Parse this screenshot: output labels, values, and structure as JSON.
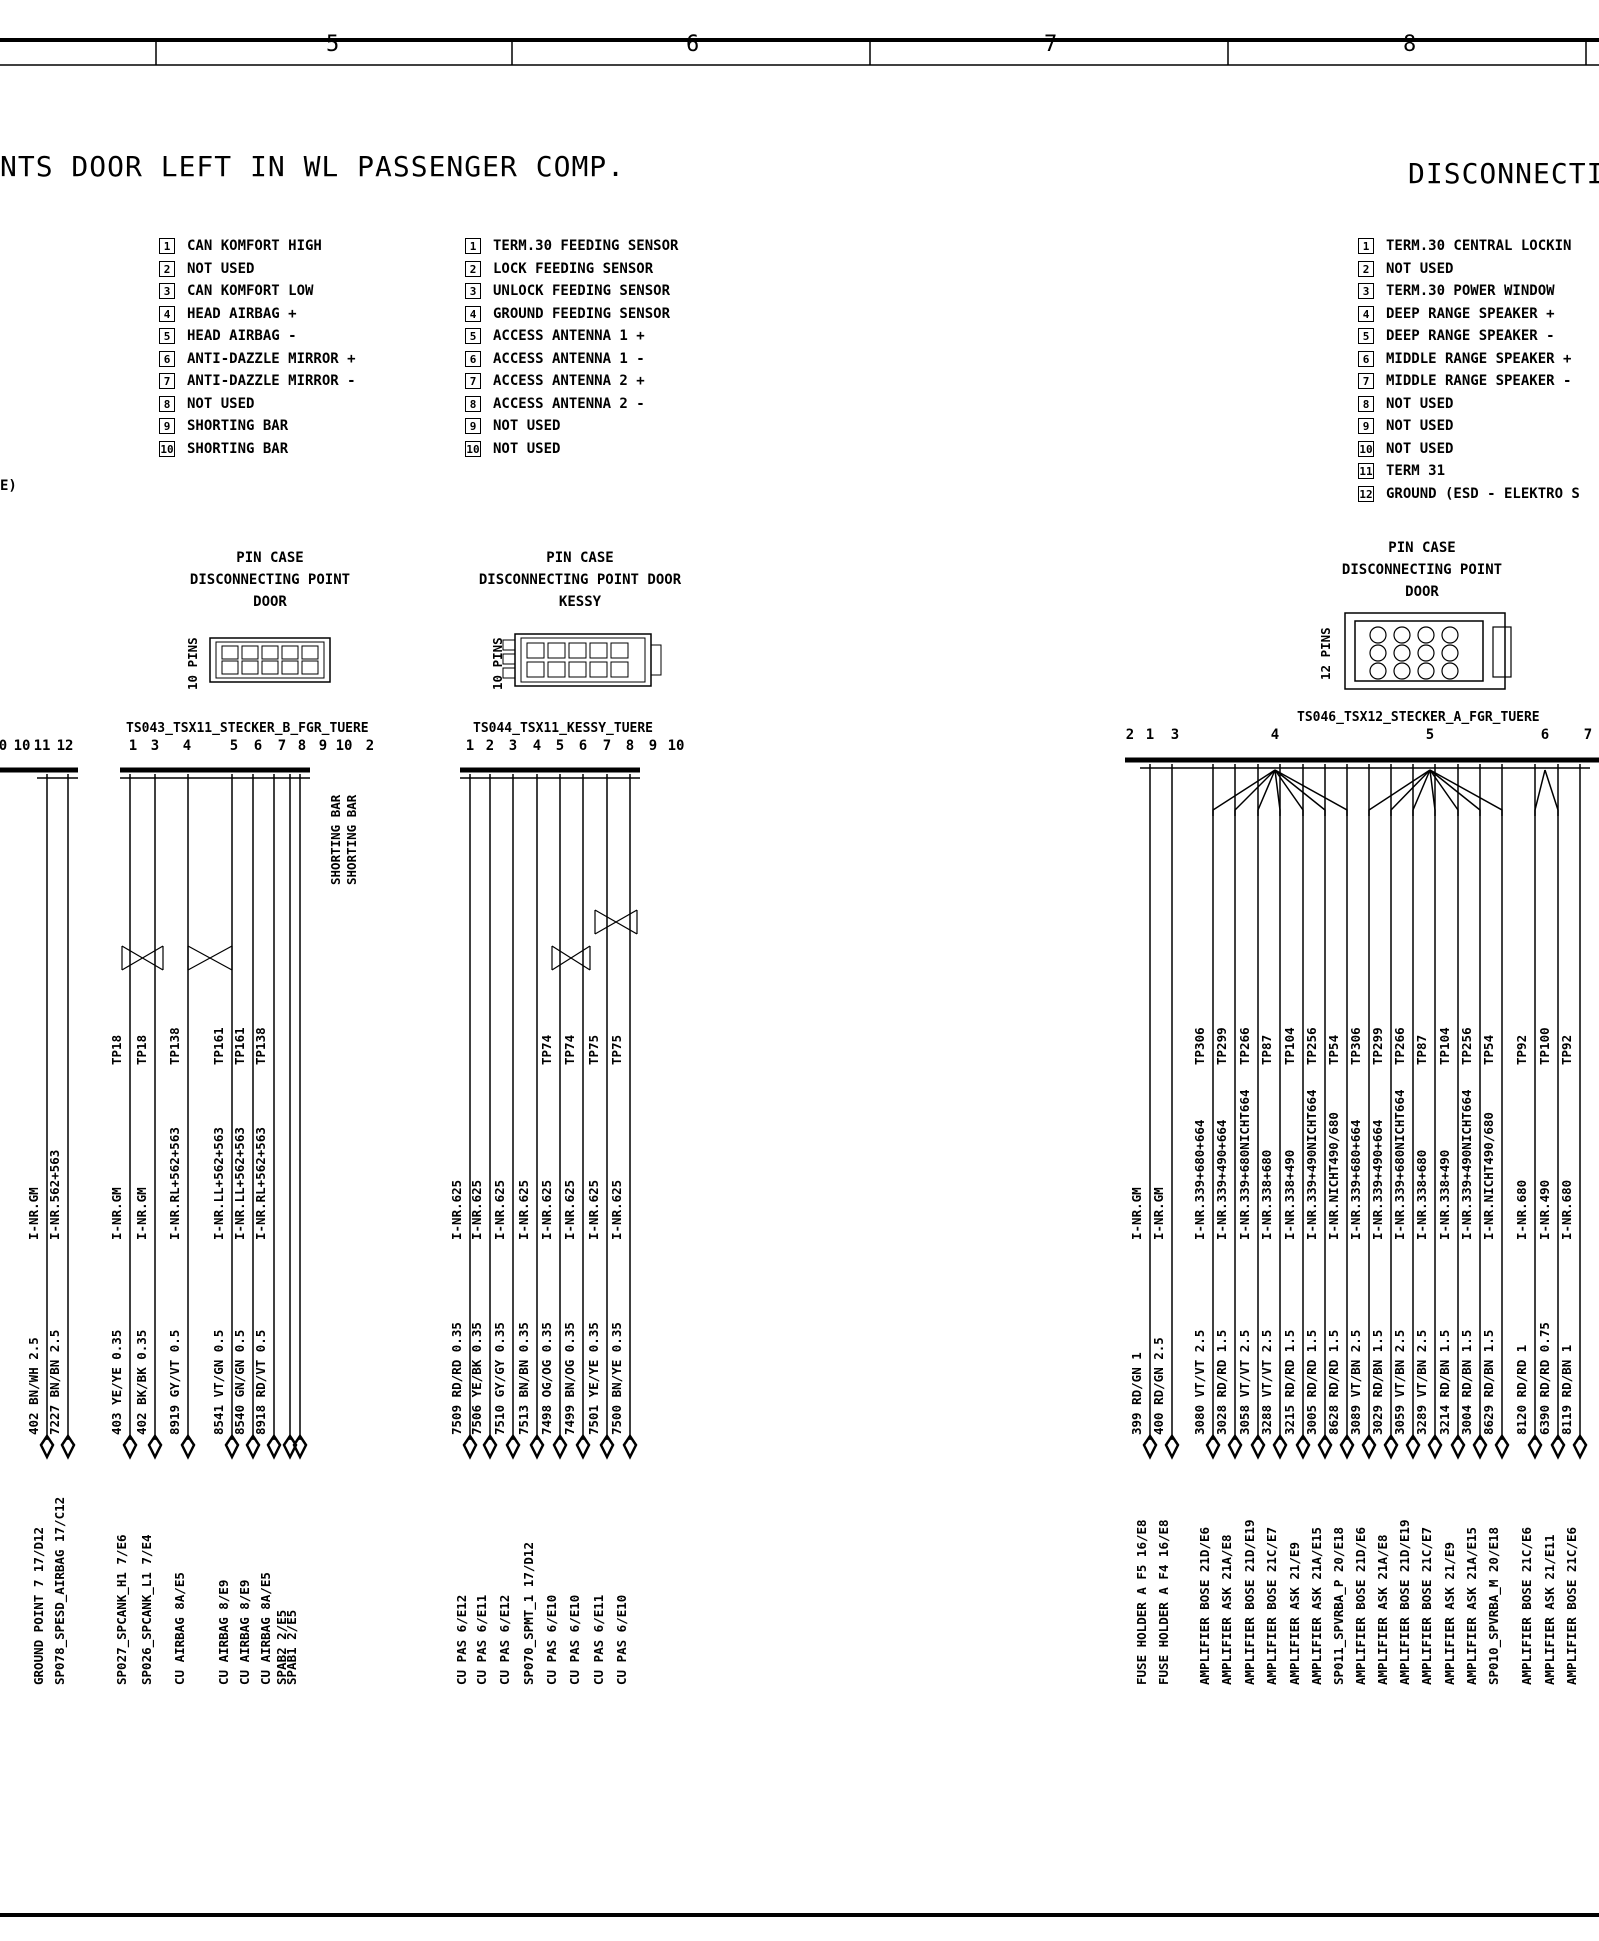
{
  "header": {
    "columns": [
      "5",
      "6",
      "7",
      "8"
    ]
  },
  "titles": {
    "left": "NTS DOOR LEFT IN WL PASSENGER COMP.",
    "right": "DISCONNECTI"
  },
  "stray_label": "E)",
  "legends": {
    "door_b": [
      {
        "n": "1",
        "t": "CAN KOMFORT HIGH"
      },
      {
        "n": "2",
        "t": "NOT USED"
      },
      {
        "n": "3",
        "t": "CAN KOMFORT LOW"
      },
      {
        "n": "4",
        "t": "HEAD AIRBAG +"
      },
      {
        "n": "5",
        "t": "HEAD AIRBAG -"
      },
      {
        "n": "6",
        "t": "ANTI-DAZZLE MIRROR +"
      },
      {
        "n": "7",
        "t": "ANTI-DAZZLE MIRROR -"
      },
      {
        "n": "8",
        "t": "NOT USED"
      },
      {
        "n": "9",
        "t": "SHORTING BAR"
      },
      {
        "n": "10",
        "t": "SHORTING BAR"
      }
    ],
    "kessy": [
      {
        "n": "1",
        "t": "TERM.30 FEEDING SENSOR"
      },
      {
        "n": "2",
        "t": "LOCK   FEEDING SENSOR"
      },
      {
        "n": "3",
        "t": "UNLOCK FEEDING SENSOR"
      },
      {
        "n": "4",
        "t": "GROUND FEEDING SENSOR"
      },
      {
        "n": "5",
        "t": "ACCESS ANTENNA 1 +"
      },
      {
        "n": "6",
        "t": "ACCESS ANTENNA 1 -"
      },
      {
        "n": "7",
        "t": "ACCESS ANTENNA 2 +"
      },
      {
        "n": "8",
        "t": "ACCESS ANTENNA 2 -"
      },
      {
        "n": "9",
        "t": "NOT USED"
      },
      {
        "n": "10",
        "t": "NOT USED"
      }
    ],
    "door_a": [
      {
        "n": "1",
        "t": "TERM.30  CENTRAL LOCKIN"
      },
      {
        "n": "2",
        "t": "NOT USED"
      },
      {
        "n": "3",
        "t": "TERM.30  POWER WINDOW"
      },
      {
        "n": "4",
        "t": "DEEP RANGE SPEAKER +"
      },
      {
        "n": "5",
        "t": "DEEP RANGE SPEAKER -"
      },
      {
        "n": "6",
        "t": "MIDDLE RANGE SPEAKER +"
      },
      {
        "n": "7",
        "t": "MIDDLE RANGE SPEAKER -"
      },
      {
        "n": "8",
        "t": "NOT USED"
      },
      {
        "n": "9",
        "t": "NOT USED"
      },
      {
        "n": "10",
        "t": "NOT USED"
      },
      {
        "n": "11",
        "t": "TERM 31"
      },
      {
        "n": "12",
        "t": "GROUND (ESD - ELEKTRO S"
      }
    ]
  },
  "captions": {
    "door_b": [
      "PIN CASE",
      "DISCONNECTING POINT",
      "DOOR"
    ],
    "kessy": [
      "PIN CASE",
      "DISCONNECTING POINT DOOR",
      "KESSY"
    ],
    "door_a": [
      "PIN CASE",
      "DISCONNECTING POINT",
      "DOOR"
    ]
  },
  "pin_counts": {
    "door_b": "10 PINS",
    "kessy": "10 PINS",
    "door_a": "12 PINS"
  },
  "connectors": {
    "door_b": {
      "name": "TS043_TSX11_STECKER_B_FGR_TUERE",
      "pins": [
        "1",
        "3",
        "4",
        "5",
        "6",
        "7",
        "8",
        "9",
        "10",
        "2"
      ]
    },
    "kessy": {
      "name": "TS044_TSX11_KESSY_TUERE",
      "pins": [
        "1",
        "2",
        "3",
        "4",
        "5",
        "6",
        "7",
        "8",
        "9",
        "10"
      ]
    },
    "door_a": {
      "name": "TS046_TSX12_STECKER_A_FGR_TUERE",
      "pins": [
        "2",
        "1",
        "3",
        "4",
        "5",
        "6",
        "7"
      ]
    },
    "partial_left": {
      "pins": [
        "0",
        "10",
        "11",
        "12"
      ]
    }
  },
  "shorting_bar": [
    "SHORTING BAR",
    "SHORTING BAR"
  ],
  "wires": {
    "partial_left": [
      {
        "label": "402 BN/WH 2.5",
        "nr": "I-NR.GM",
        "dest": "GROUND POINT 7  17/D12"
      },
      {
        "label": "7227 BN/BN 2.5",
        "nr": "I-NR.562+563",
        "dest": "SP078_SPESD_AIRBAG  17/C12"
      }
    ],
    "door_b": [
      {
        "label": "403 YE/YE 0.35",
        "nr": "I-NR.GM",
        "tp": "TP18",
        "dest": "SP027_SPCANK_H1  7/E6"
      },
      {
        "label": "402 BK/BK 0.35",
        "nr": "I-NR.GM",
        "tp": "TP18",
        "dest": "SP026_SPCANK_L1  7/E4"
      },
      {
        "label": "8919 GY/VT 0.5",
        "nr": "I-NR.RL+562+563",
        "tp": "TP138",
        "dest": "CU AIRBAG  8A/E5"
      },
      {
        "label": "8541 VT/GN 0.5",
        "nr": "I-NR.LL+562+563",
        "tp": "TP161",
        "dest": "CU AIRBAG  8/E9"
      },
      {
        "label": "8540 GN/GN 0.5",
        "nr": "I-NR.LL+562+563",
        "tp": "TP161",
        "dest": "CU AIRBAG  8/E9"
      },
      {
        "label": "8918 RD/VT 0.5",
        "nr": "I-NR.RL+562+563",
        "tp": "TP138",
        "dest": "CU AIRBAG  8A/E5"
      },
      {
        "label": "",
        "nr": "",
        "tp": "",
        "dest": "SPAB2  2/E5"
      },
      {
        "label": "",
        "nr": "",
        "tp": "",
        "dest": "SPAB1  2/E5"
      }
    ],
    "kessy": [
      {
        "label": "7509 RD/RD 0.35",
        "nr": "I-NR.625",
        "tp": "",
        "dest": "CU PAS  6/E12"
      },
      {
        "label": "7506 YE/BK 0.35",
        "nr": "I-NR.625",
        "tp": "",
        "dest": "CU PAS  6/E11"
      },
      {
        "label": "7510 GY/GY 0.35",
        "nr": "I-NR.625",
        "tp": "",
        "dest": "CU PAS  6/E12"
      },
      {
        "label": "7513 BN/BN 0.35",
        "nr": "I-NR.625",
        "tp": "",
        "dest": "SP070_SPMT_1  17/D12"
      },
      {
        "label": "7498 OG/OG 0.35",
        "nr": "I-NR.625",
        "tp": "TP74",
        "dest": "CU PAS  6/E10"
      },
      {
        "label": "7499 BN/OG 0.35",
        "nr": "I-NR.625",
        "tp": "TP74",
        "dest": "CU PAS  6/E10"
      },
      {
        "label": "7501 YE/YE 0.35",
        "nr": "I-NR.625",
        "tp": "TP75",
        "dest": "CU PAS  6/E11"
      },
      {
        "label": "7500 BN/YE 0.35",
        "nr": "I-NR.625",
        "tp": "TP75",
        "dest": "CU PAS  6/E10"
      }
    ],
    "door_a": [
      {
        "label": "399 RD/GN 1",
        "nr": "I-NR.GM",
        "tp": "",
        "dest": "FUSE HOLDER A  F5  16/E8"
      },
      {
        "label": "400 RD/GN 2.5",
        "nr": "I-NR.GM",
        "tp": "",
        "dest": "FUSE HOLDER A  F4  16/E8"
      },
      {
        "label": "3080 VT/VT 2.5",
        "nr": "I-NR.339+680+664",
        "tp": "TP306",
        "dest": "AMPLIFIER BOSE  21D/E6"
      },
      {
        "label": "3028 RD/RD 1.5",
        "nr": "I-NR.339+490+664",
        "tp": "TP299",
        "dest": "AMPLIFIER  ASK  21A/E8"
      },
      {
        "label": "3058 VT/VT 2.5",
        "nr": "I-NR.339+680NICHT664",
        "tp": "TP266",
        "dest": "AMPLIFIER BOSE  21D/E19"
      },
      {
        "label": "3288 VT/VT 2.5",
        "nr": "I-NR.338+680",
        "tp": "TP87",
        "dest": "AMPLIFIER BOSE  21C/E7"
      },
      {
        "label": "3215 RD/RD 1.5",
        "nr": "I-NR.338+490",
        "tp": "TP104",
        "dest": "AMPLIFIER  ASK  21/E9"
      },
      {
        "label": "3005 RD/RD 1.5",
        "nr": "I-NR.339+490NICHT664",
        "tp": "TP256",
        "dest": "AMPLIFIER  ASK  21A/E15"
      },
      {
        "label": "8628 RD/RD 1.5",
        "nr": "I-NR.NICHT490/680",
        "tp": "TP54",
        "dest": "SP011_SPVRBA_P  20/E18"
      },
      {
        "label": "3089 VT/BN 2.5",
        "nr": "I-NR.339+680+664",
        "tp": "TP306",
        "dest": "AMPLIFIER BOSE  21D/E6"
      },
      {
        "label": "3029 RD/BN 1.5",
        "nr": "I-NR.339+490+664",
        "tp": "TP299",
        "dest": "AMPLIFIER  ASK  21A/E8"
      },
      {
        "label": "3059 VT/BN 2.5",
        "nr": "I-NR.339+680NICHT664",
        "tp": "TP266",
        "dest": "AMPLIFIER BOSE  21D/E19"
      },
      {
        "label": "3289 VT/BN 2.5",
        "nr": "I-NR.338+680",
        "tp": "TP87",
        "dest": "AMPLIFIER BOSE  21C/E7"
      },
      {
        "label": "3214 RD/BN 1.5",
        "nr": "I-NR.338+490",
        "tp": "TP104",
        "dest": "AMPLIFIER  ASK  21/E9"
      },
      {
        "label": "3004 RD/BN 1.5",
        "nr": "I-NR.339+490NICHT664",
        "tp": "TP256",
        "dest": "AMPLIFIER  ASK  21A/E15"
      },
      {
        "label": "8629 RD/BN 1.5",
        "nr": "I-NR.NICHT490/680",
        "tp": "TP54",
        "dest": "SP010_SPVRBA_M  20/E18"
      },
      {
        "label": "8120 RD/RD 1",
        "nr": "I-NR.680",
        "tp": "TP92",
        "dest": "AMPLIFIER BOSE  21C/E6"
      },
      {
        "label": "6390 RD/RD 0.75",
        "nr": "I-NR.490",
        "tp": "TP100",
        "dest": "AMPLIFIER  ASK  21/E11"
      },
      {
        "label": "8119 RD/BN 1",
        "nr": "I-NR.680",
        "tp": "TP92",
        "dest": "AMPLIFIER BOSE  21C/E6"
      }
    ]
  }
}
